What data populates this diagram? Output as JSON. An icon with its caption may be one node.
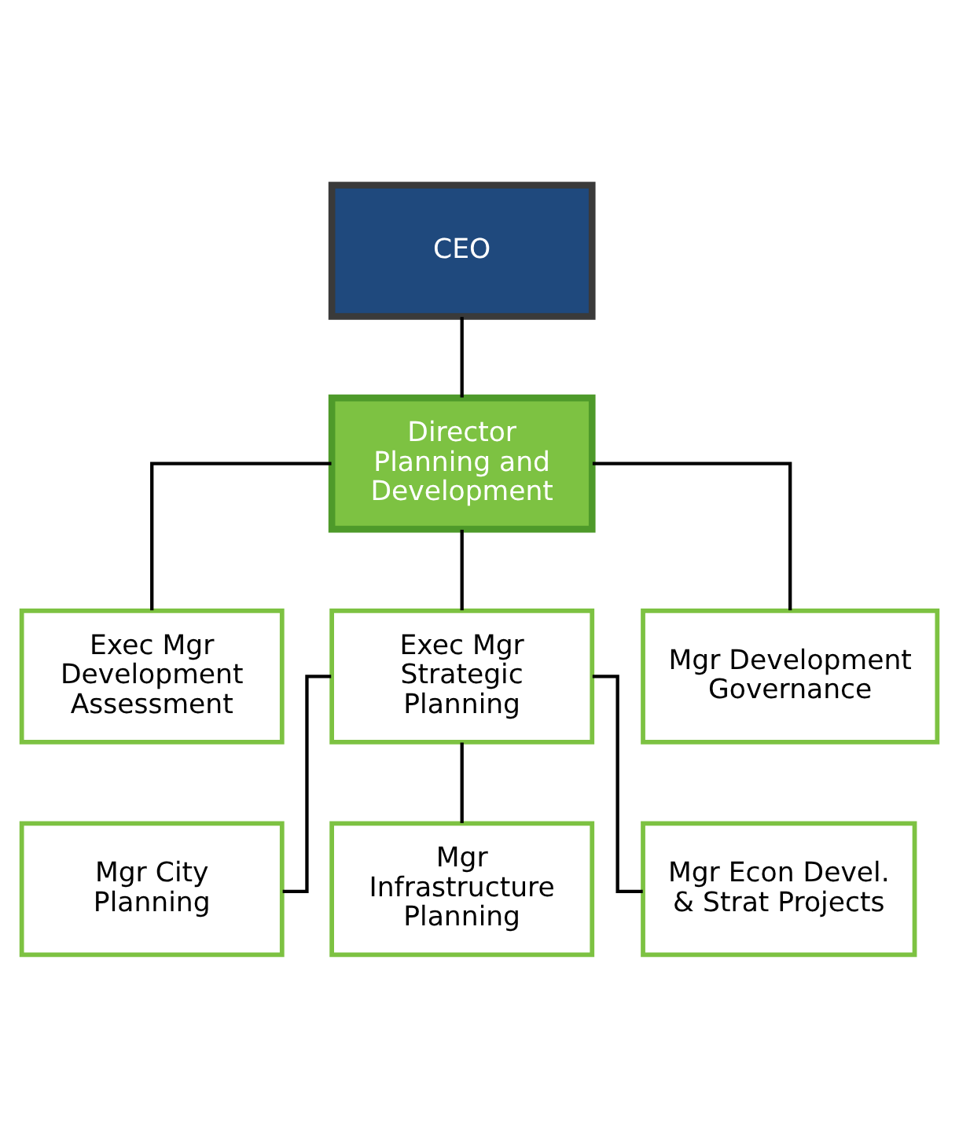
{
  "diagram": {
    "nodes": [
      {
        "text": [
          "CEO"
        ]
      },
      {
        "text": [
          "Director Planning and Development"
        ]
      },
      {
        "text": [
          "Exec Mgr Development Assessment"
        ]
      },
      {
        "text": [
          "Exec Mgr Strategic Planning"
        ]
      },
      {
        "text": [
          "Mgr Development Governance"
        ]
      },
      {
        "text": [
          "Mgr City Planning"
        ]
      },
      {
        "text": [
          "Mgr Infrastructure Planning"
        ]
      },
      {
        "text": [
          "Mgr Econ Devel. & Strat Projects"
        ]
      }
    ],
    "edges": [
      {
        "from": 0,
        "to": 1,
        "arrow": "none"
      },
      {
        "from": 1,
        "to": 2,
        "arrow": "none"
      },
      {
        "from": 1,
        "to": 3,
        "arrow": "none"
      },
      {
        "from": 1,
        "to": 4,
        "arrow": "none"
      },
      {
        "from": 3,
        "to": 5,
        "arrow": "none"
      },
      {
        "from": 3,
        "to": 6,
        "arrow": "none"
      },
      {
        "from": 3,
        "to": 7,
        "arrow": "none"
      }
    ]
  }
}
